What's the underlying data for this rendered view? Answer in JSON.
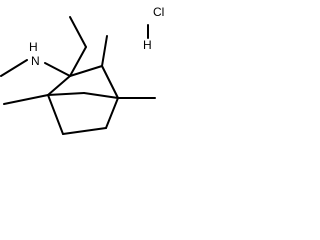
{
  "molecule": {
    "atoms": {
      "amine_n": "N",
      "amine_h": "H",
      "chlorine": "Cl",
      "salt_h": "H"
    },
    "line_color": "#000000",
    "background": "#ffffff"
  }
}
